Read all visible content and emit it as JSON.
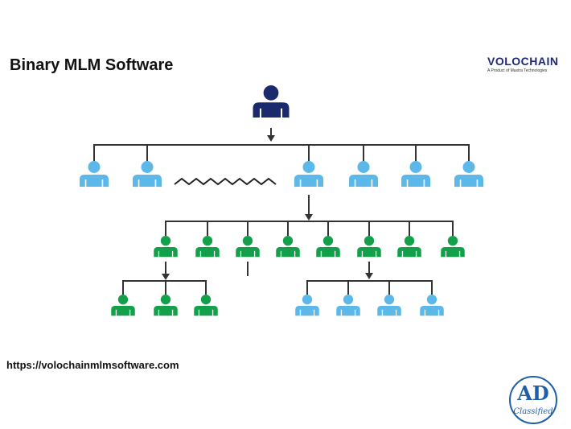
{
  "title": "Binary MLM Software",
  "brand": {
    "name": "VOLOCHAIN",
    "tagline": "A Product of Maxtra Technologies",
    "colors": {
      "primary": "#1e2a78",
      "accent": "#f59a23"
    }
  },
  "website": "https://volochainmlmsoftware.com",
  "badge": {
    "main": "AD",
    "sub": "Classified",
    "color": "#1f5fa8"
  },
  "colors": {
    "root": "#1b2a6b",
    "level1": "#5cb8e8",
    "level2": "#12a14a",
    "level3_left": "#12a14a",
    "level3_right": "#5cb8e8",
    "connector": "#333333"
  },
  "tree": {
    "root": {
      "icon": "user-icon"
    },
    "level1_count": 6,
    "level1_has_zigzag_gap": true,
    "level2_count": 8,
    "level3_left_count": 3,
    "level3_right_count": 4
  }
}
